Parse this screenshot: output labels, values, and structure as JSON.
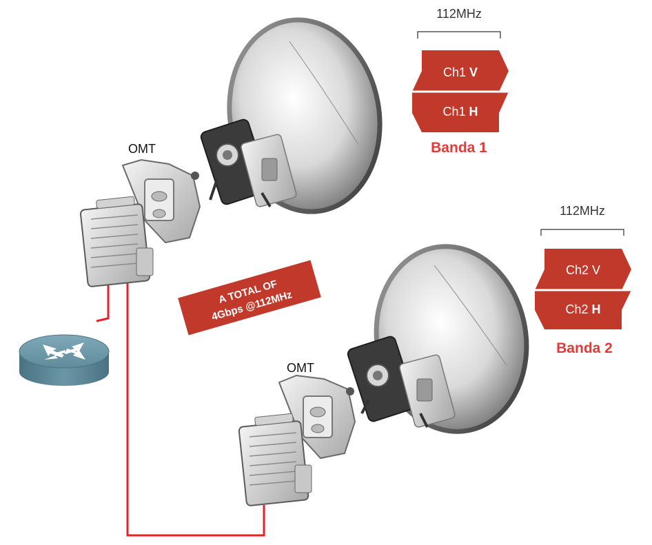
{
  "labels": {
    "omt_top": "OMT",
    "omt_bottom": "OMT",
    "total_line1": "A TOTAL OF",
    "total_line2": "4Gbps @112MHz"
  },
  "band1": {
    "bandwidth": "112MHz",
    "ch_v_prefix": "Ch1",
    "ch_v_pol": "V",
    "ch_h_prefix": "Ch1",
    "ch_h_pol": "H",
    "name": "Banda 1"
  },
  "band2": {
    "bandwidth": "112MHz",
    "ch_v_prefix": "Ch2",
    "ch_v_pol": "V",
    "ch_h_prefix": "Ch2",
    "ch_h_pol": "H",
    "name": "Banda 2"
  },
  "colors": {
    "channel_fill": "#c0392b",
    "band_text": "#e53935",
    "cable": "#e8202a",
    "router": "#5f8b9b"
  },
  "icons": [
    "dish-antenna-icon",
    "omt-icon",
    "odu-radio-icon",
    "router-icon"
  ]
}
